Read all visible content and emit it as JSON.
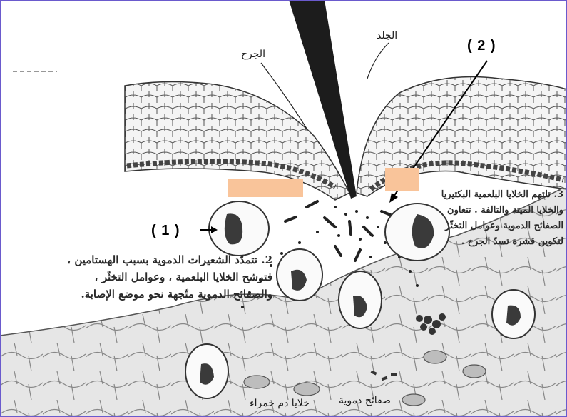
{
  "labels": {
    "skin": "الجلد",
    "wound": "الجرح",
    "red_cells": "خلايا دم حمراء",
    "platelets": "صفائح دموية"
  },
  "markers": {
    "marker1": "( 1 )",
    "marker2": "( 2 )"
  },
  "descriptions": {
    "step2": [
      "2. تتمدّد الشعيرات الدموية بسبب الهستامين ،",
      "فترشح الخلايا البلعمية ، وعوامل التخثّر ،",
      "والصفائح الدموية متّجهة نحو موضع الإصابة."
    ],
    "step3": [
      "3. تلتهم الخلايا البلعمية البكتيريا",
      "والخلايا الميتة والتالفة . تتعاون",
      "الصفائح الدموية وعوامل التخثّر",
      "لتكوين قشرة تسدّ الجرح ."
    ]
  },
  "colors": {
    "answer_box": "#f9c49a",
    "frame": "#6a5acd"
  }
}
